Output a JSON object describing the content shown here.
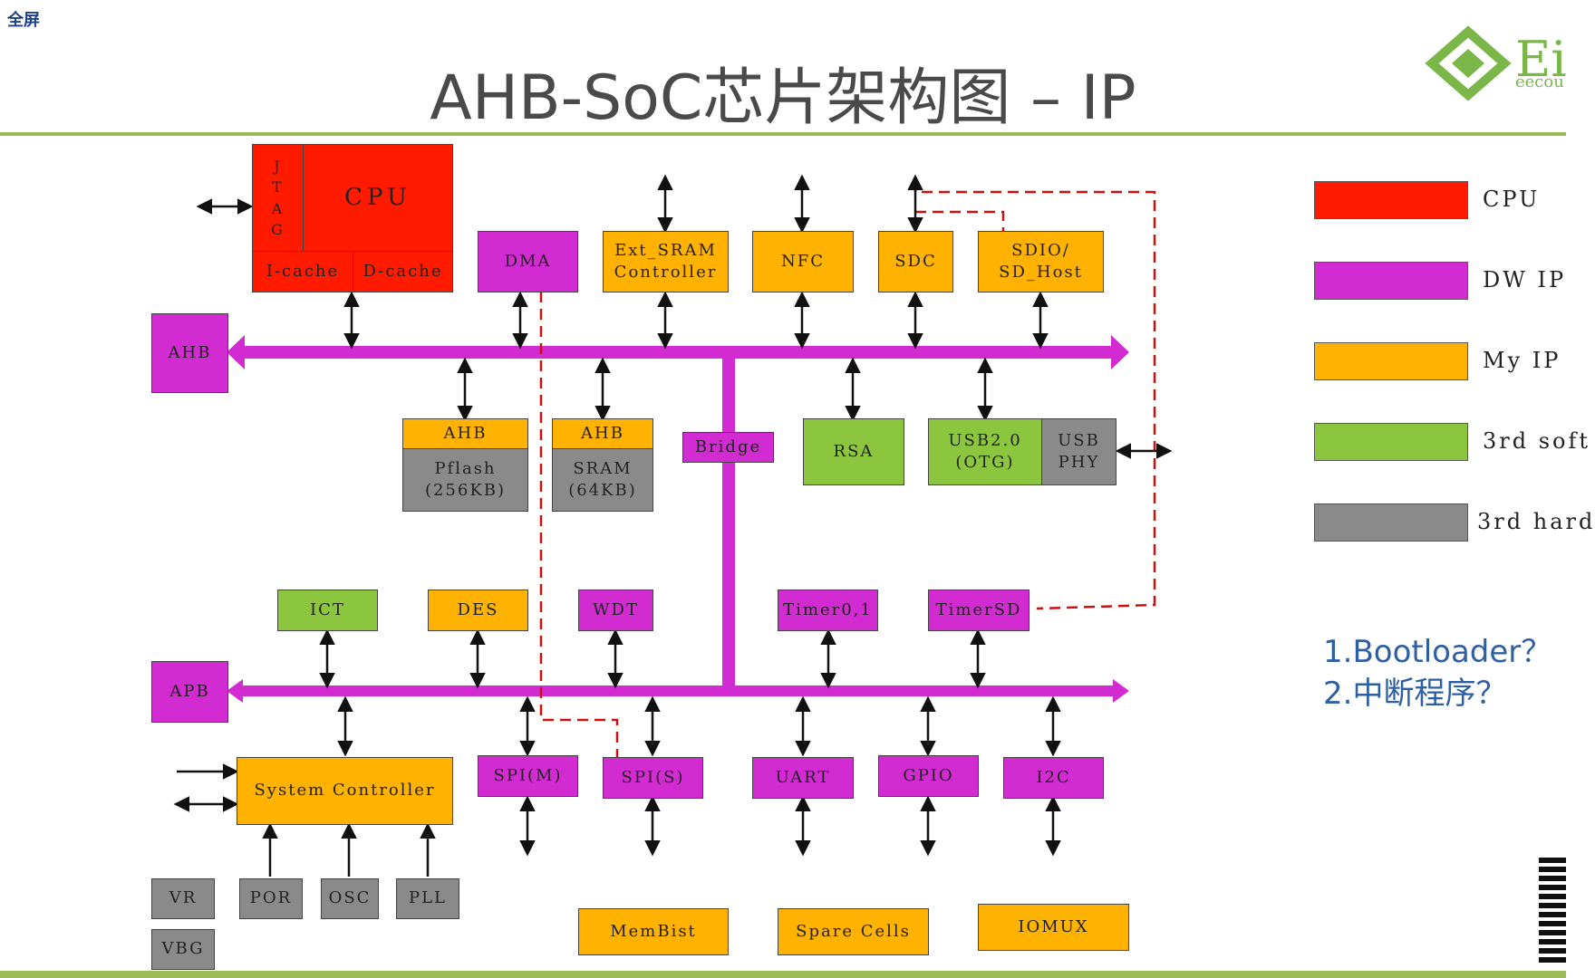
{
  "toolbar": {
    "fullscreen_label": "全屏"
  },
  "title": "AHB-SoC芯片架构图 – IP",
  "logo": {
    "text": "Ei",
    "subtext": "eecou"
  },
  "colors": {
    "cpu": "#ff1a00",
    "dw_ip": "#d22bd2",
    "my_ip": "#ffb300",
    "soft": "#8cc63f",
    "hard": "#8a8a8a",
    "bus": "#d22bd2",
    "accent_line": "#9bbb59",
    "dashed": "#cc1111"
  },
  "legend": [
    {
      "label": "CPU",
      "color": "#ff1a00"
    },
    {
      "label": "DW IP",
      "color": "#d22bd2"
    },
    {
      "label": "My IP",
      "color": "#ffb300"
    },
    {
      "label": "3rd soft",
      "color": "#8cc63f"
    },
    {
      "label": "3rd hard",
      "color": "#8a8a8a"
    }
  ],
  "notes": [
    "1.Bootloader？",
    "2.中断程序？"
  ],
  "blocks": {
    "jtag": "J\nT\nA\nG",
    "cpu": "CPU",
    "icache": "I-cache",
    "dcache": "D-cache",
    "dma": "DMA",
    "ext_sram": "Ext_SRAM\nController",
    "nfc": "NFC",
    "sdc": "SDC",
    "sdio": "SDIO/\nSD_Host",
    "ahb_bus": "AHB",
    "ahb1": "AHB",
    "pflash": "Pflash\n(256KB)",
    "ahb2": "AHB",
    "sram": "SRAM\n(64KB)",
    "bridge": "Bridge",
    "rsa": "RSA",
    "usb": "USB2.0\n(OTG)",
    "usbphy": "USB\nPHY",
    "ict": "ICT",
    "des": "DES",
    "wdt": "WDT",
    "timer01": "Timer0,1",
    "timersd": "TimerSD",
    "apb_bus": "APB",
    "sysctrl": "System Controller",
    "spim": "SPI(M)",
    "spis": "SPI(S)",
    "uart": "UART",
    "gpio": "GPIO",
    "i2c": "I2C",
    "vr": "VR",
    "vbg": "VBG",
    "por": "POR",
    "osc": "OSC",
    "pll": "PLL",
    "membist": "MemBist",
    "sparecells": "Spare Cells",
    "iomux": "IOMUX"
  }
}
